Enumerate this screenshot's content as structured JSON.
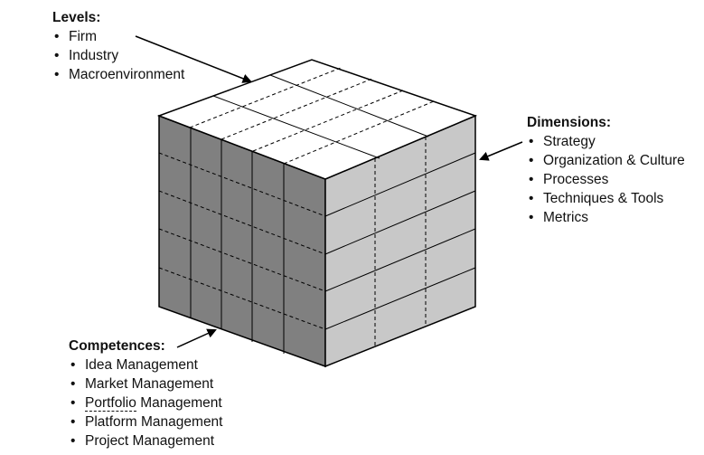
{
  "levels": {
    "heading": "Levels:",
    "items": [
      "Firm",
      "Industry",
      "Macroenvironment"
    ]
  },
  "dimensions": {
    "heading": "Dimensions:",
    "items": [
      "Strategy",
      "Organization & Culture",
      "Processes",
      "Techniques & Tools",
      "Metrics"
    ]
  },
  "competences": {
    "heading": "Competences:",
    "items": [
      "Idea Management",
      "Market Management",
      "Portfolio",
      "Management",
      "Platform Management",
      "Project Management"
    ]
  },
  "colors": {
    "left_face": "#808080",
    "right_face": "#c8c8c8",
    "top_face": "#ffffff",
    "stroke": "#000000"
  }
}
